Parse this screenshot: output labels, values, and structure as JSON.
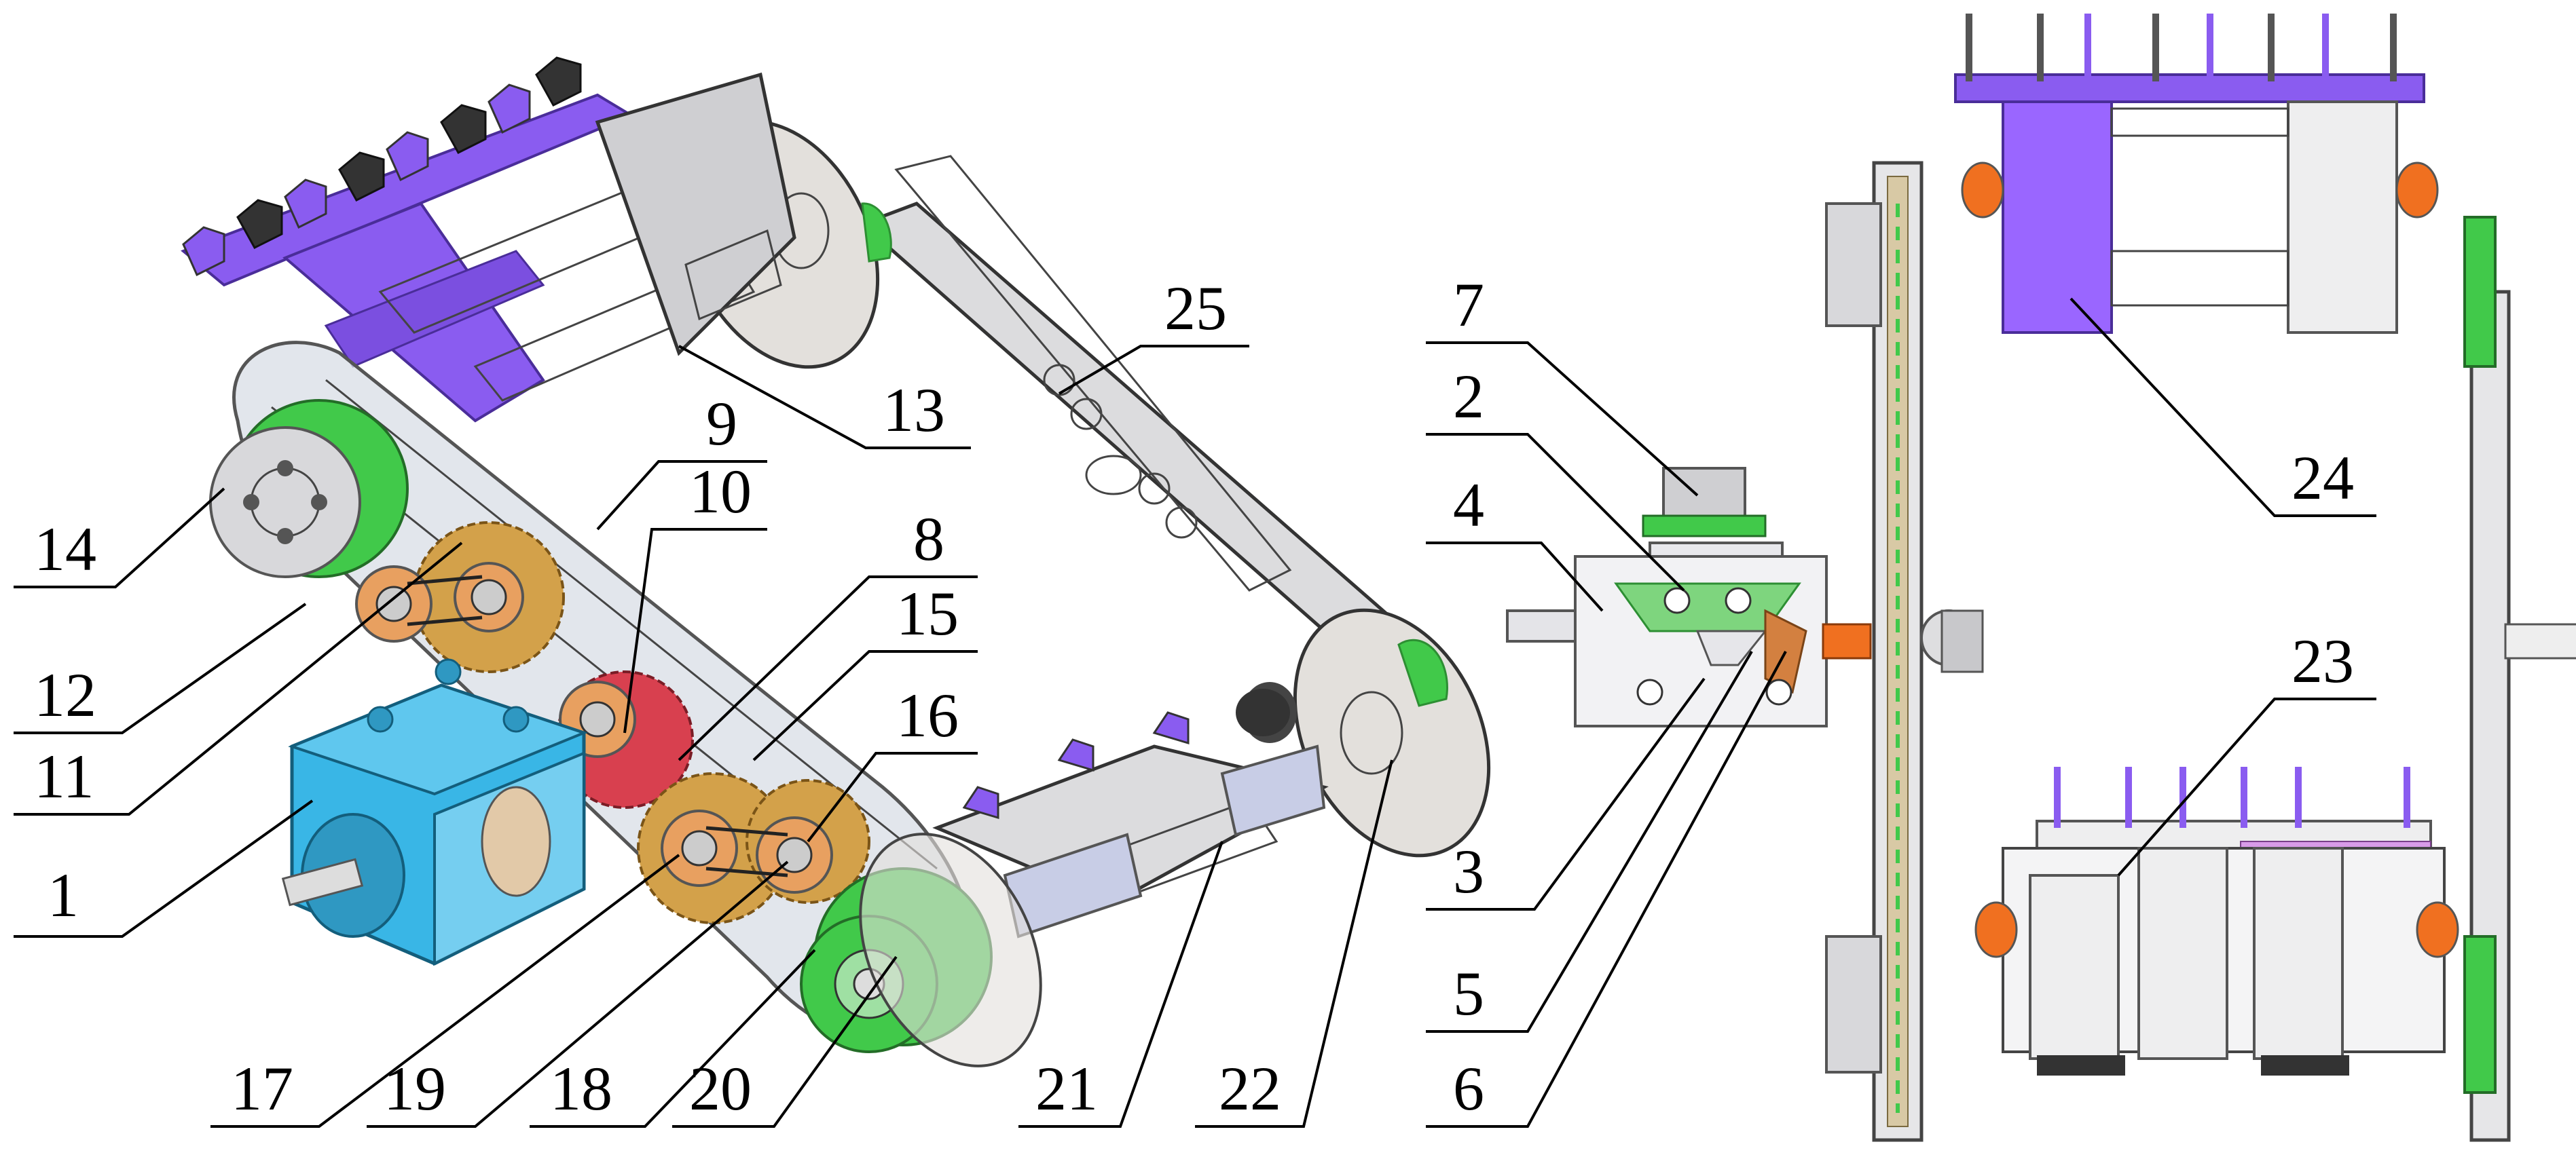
{
  "diagram": {
    "left_view_labels": [
      "14",
      "12",
      "11",
      "1",
      "17",
      "19",
      "18",
      "20",
      "21",
      "22",
      "13",
      "25",
      "9",
      "10",
      "8",
      "15",
      "16"
    ],
    "middle_view_labels": [
      "7",
      "2",
      "4",
      "3",
      "5",
      "6"
    ],
    "right_view_labels": [
      "24",
      "23"
    ]
  },
  "colors": {
    "purple_tines": "#8a5cf0",
    "blue_gearbox": "#39b6e6",
    "green_gear": "#41c94a",
    "bronze_gear": "#d3a14a",
    "red_gear": "#d8404f",
    "grey_metal": "#c9c9cc",
    "orange_shaft": "#f07020"
  }
}
